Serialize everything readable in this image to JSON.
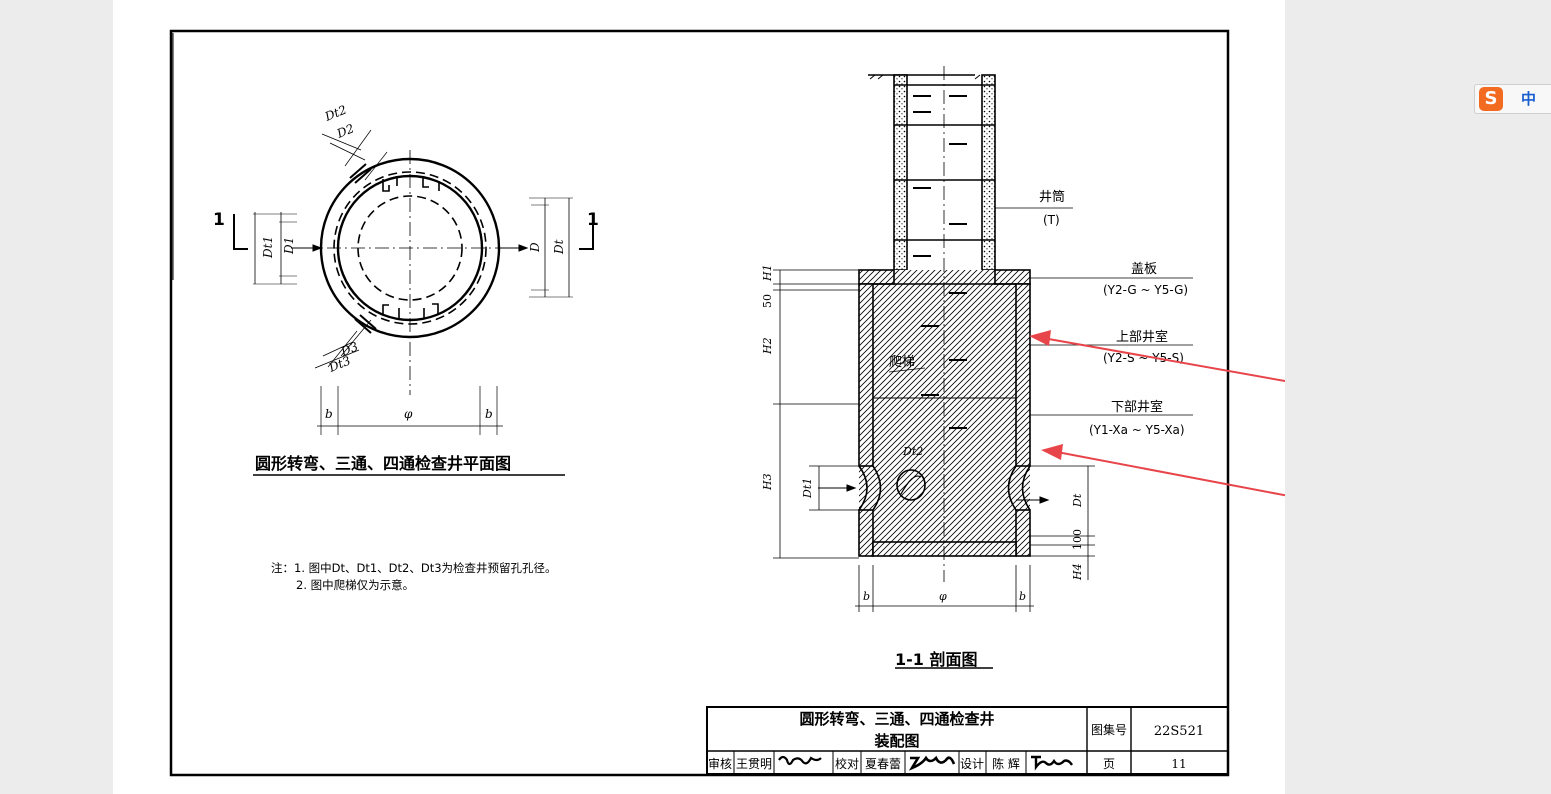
{
  "plan": {
    "title": "圆形转弯、三通、四通检查井平面图",
    "section_marks": [
      "1",
      "1"
    ],
    "dims": {
      "dt2_top": "Dt2",
      "d2": "D2",
      "dt1": "Dt1",
      "d1": "D1",
      "d": "D",
      "dt": "Dt",
      "d3": "D3",
      "dt3": "Dt3",
      "b_left": "b",
      "phi": "φ",
      "b_right": "b"
    }
  },
  "notes": {
    "line1": "注：1. 图中Dt、Dt1、Dt2、Dt3为检查井预留孔孔径。",
    "line2": "2. 图中爬梯仅为示意。"
  },
  "section": {
    "title": "1-1 剖面图",
    "labels": {
      "well_tube": "井筒",
      "well_tube_code": "(T)",
      "cover": "盖板",
      "cover_code": "(Y2-G ~ Y5-G)",
      "upper": "上部井室",
      "upper_code": "(Y2-S ~ Y5-S)",
      "lower": "下部井室",
      "lower_code": "(Y1-Xa ~ Y5-Xa)",
      "ladder": "爬梯"
    },
    "dims": {
      "h1": "H1",
      "fifty": "50",
      "h2": "H2",
      "h3": "H3",
      "dt1": "Dt1",
      "dt2": "Dt2",
      "dt": "Dt",
      "hundred": "100",
      "h4": "H4",
      "b_left": "b",
      "phi": "φ",
      "b_right": "b"
    }
  },
  "title_block": {
    "title_line1": "圆形转弯、三通、四通检查井",
    "title_line2": "装配图",
    "atlas_label": "图集号",
    "atlas_no": "22S521",
    "review_label": "审核",
    "reviewer": "王贯明",
    "check_label": "校对",
    "checker": "夏春蕾",
    "design_label": "设计",
    "designer": "陈 辉",
    "page_label": "页",
    "page_no": "11"
  },
  "annotation_color": "#e8454b",
  "ime": {
    "logo": "S",
    "mode": "中"
  }
}
